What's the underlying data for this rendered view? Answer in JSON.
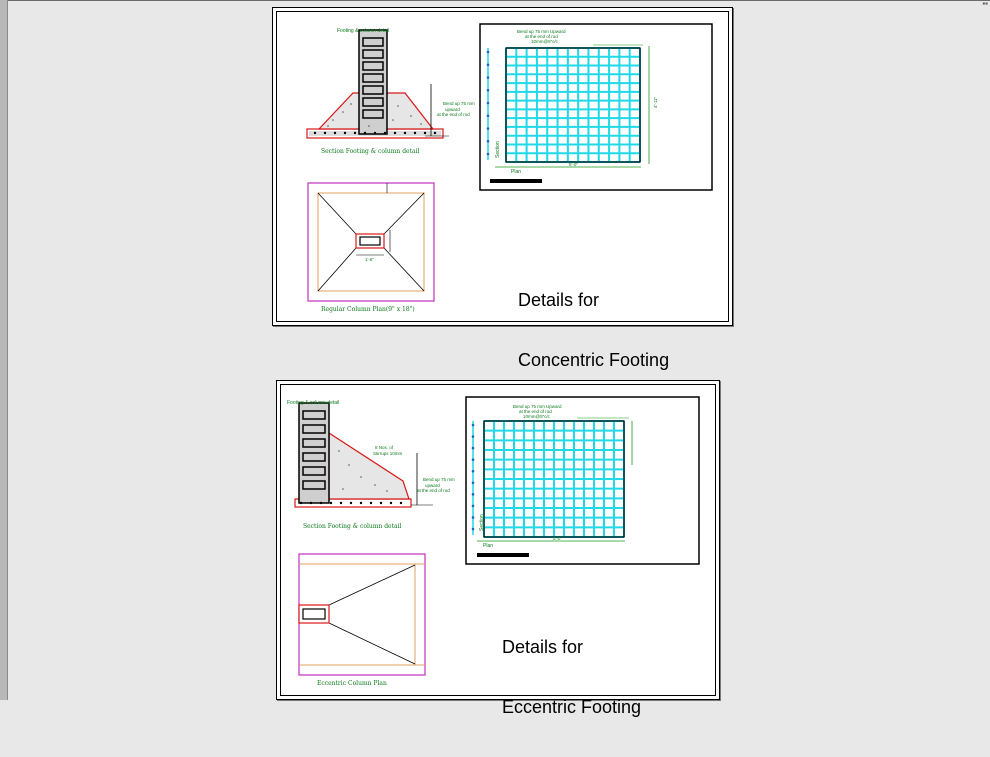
{
  "sheet1": {
    "title_line1": "Details for",
    "title_line2": "Concentric Footing",
    "section_header": "Footing & column detail",
    "section_caption": "Section Footing & column detail",
    "bend_note_line1": "Bend up 75 mm",
    "bend_note_line2": "upward",
    "bend_note_line3": "at the end of rod",
    "plan_bend_note_line1": "Bend up 75 mm Upward",
    "plan_bend_note_line2": "at the end of rod",
    "plan_bend_note_line3": "10mm@5\"c/c",
    "plan_label": "Plan",
    "section_label": "Section",
    "plan_dim_bottom": "5'-0\"",
    "plan_dim_right": "4'-11\"",
    "column_plan_caption": "Regular Column Plan(9\" x 18\")",
    "column_dim": "1'-6\""
  },
  "sheet2": {
    "title_line1": "Details for",
    "title_line2": "Eccentric Footing",
    "section_header": "Footing & column detail",
    "section_caption": "Section Footing & column detail",
    "stirrup_note_line1": "8 Nos. of",
    "stirrup_note_line2": "Stirrups 10mm",
    "bend_note_line1": "Bend up 75 mm",
    "bend_note_line2": "upward",
    "bend_note_line3": "at the end of rod",
    "plan_bend_note_line1": "Bend up 75 mm Upward",
    "plan_bend_note_line2": "at the end of rod",
    "plan_bend_note_line3": "10mm@5\"c/c",
    "plan_label": "Plan",
    "section_label": "Section",
    "plan_dim_bottom": "5'-0\"",
    "column_plan_caption": "Eccentric Column Plan"
  },
  "colors": {
    "rebar_grid": "#20d8e8",
    "green_dim": "#1a9a1a",
    "red_outline": "#d81818",
    "magenta_border": "#c030c0",
    "orange_line": "#e0a060",
    "background": "#e8e8e8"
  }
}
